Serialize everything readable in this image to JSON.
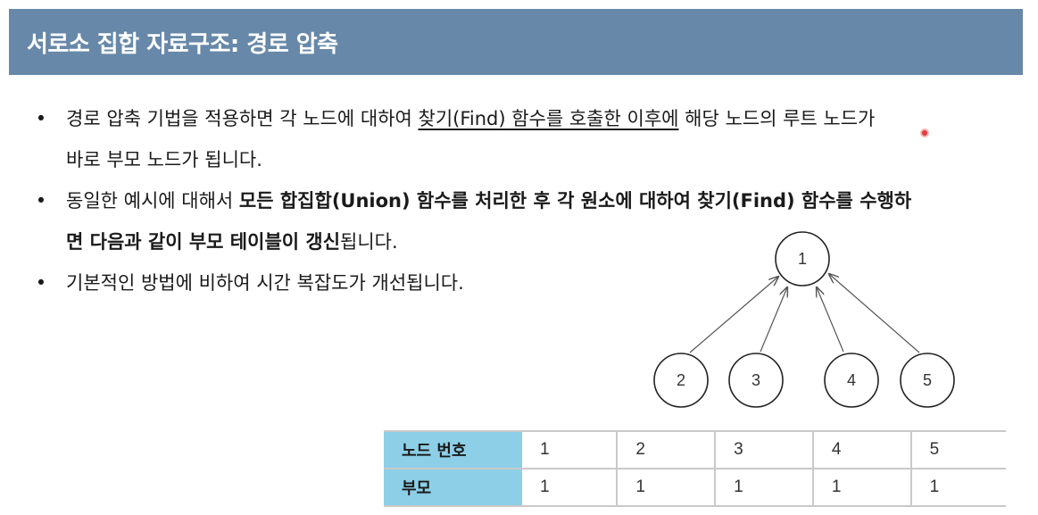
{
  "title": "서로소 집합 자료구조: 경로 압축",
  "bullets": [
    {
      "line1_a": "경로 압축 기법을 적용하면 각 노드에 대하여 ",
      "line1_u": "찾기(Find) 함수를 호출한 이후에",
      "line1_b": " 해당 노드의 루트 노드가",
      "line2": "바로 부모 노드가 됩니다."
    },
    {
      "line1_a": "동일한 예시에 대해서 ",
      "line1_bold": "모든 합집합(Union) 함수를 처리한 후 각 원소에 대하여 찾기(Find) 함수를 수행하",
      "line2_bold": "면 다음과 같이 부모 테이블이 갱신",
      "line2_b": "됩니다."
    },
    {
      "line1": "기본적인 방법에 비하여 시간 복잡도가 개선됩니다."
    }
  ],
  "bullet_symbol": "•",
  "tree": {
    "root": "1",
    "children": [
      "2",
      "3",
      "4",
      "5"
    ]
  },
  "table": {
    "row1_header": "노드 번호",
    "row2_header": "부모",
    "node_numbers": [
      "1",
      "2",
      "3",
      "4",
      "5"
    ],
    "parents": [
      "1",
      "1",
      "1",
      "1",
      "1"
    ]
  },
  "colors": {
    "title_bar": "#6788a8",
    "table_header": "#8ccfe6",
    "cursor": "#e23b3b"
  }
}
